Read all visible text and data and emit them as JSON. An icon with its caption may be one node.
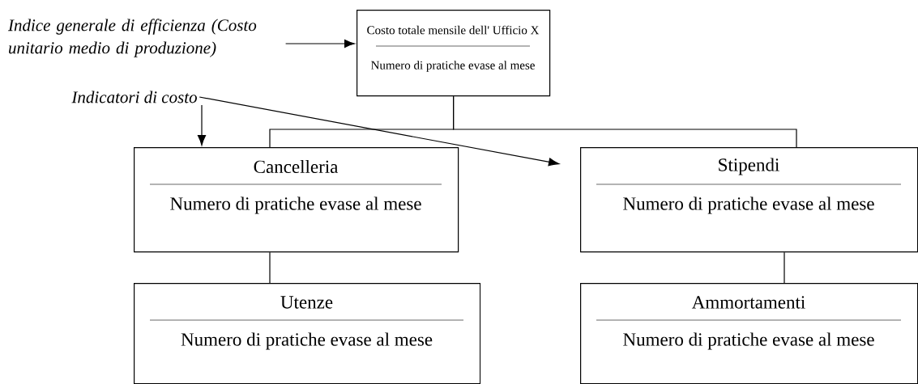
{
  "diagram": {
    "nodes": [
      {
        "text": [
          "Indice generale di efficienza (Costo unitario medio di produzione)"
        ]
      },
      {
        "text": [
          "Costo totale mensile dell' Ufficio X",
          "Numero di pratiche evase al mese"
        ]
      },
      {
        "text": [
          "Indicatori di costo"
        ]
      },
      {
        "text": [
          "Cancelleria",
          "Numero di pratiche evase al mese"
        ]
      },
      {
        "text": [
          "Stipendi",
          "Numero di pratiche evase al mese"
        ]
      },
      {
        "text": [
          "Utenze",
          "Numero di pratiche evase al mese"
        ]
      },
      {
        "text": [
          "Ammortamenti",
          "Numero di pratiche evase al mese"
        ]
      }
    ],
    "edges": [
      {
        "from": 0,
        "to": 1,
        "arrow": "to"
      },
      {
        "from": 2,
        "to": 3,
        "arrow": "to"
      },
      {
        "from": 2,
        "to": 4,
        "arrow": "to"
      },
      {
        "from": 1,
        "to": 3,
        "arrow": "none"
      },
      {
        "from": 1,
        "to": 4,
        "arrow": "none"
      },
      {
        "from": 3,
        "to": 5,
        "arrow": "none"
      },
      {
        "from": 4,
        "to": 6,
        "arrow": "none"
      }
    ]
  }
}
